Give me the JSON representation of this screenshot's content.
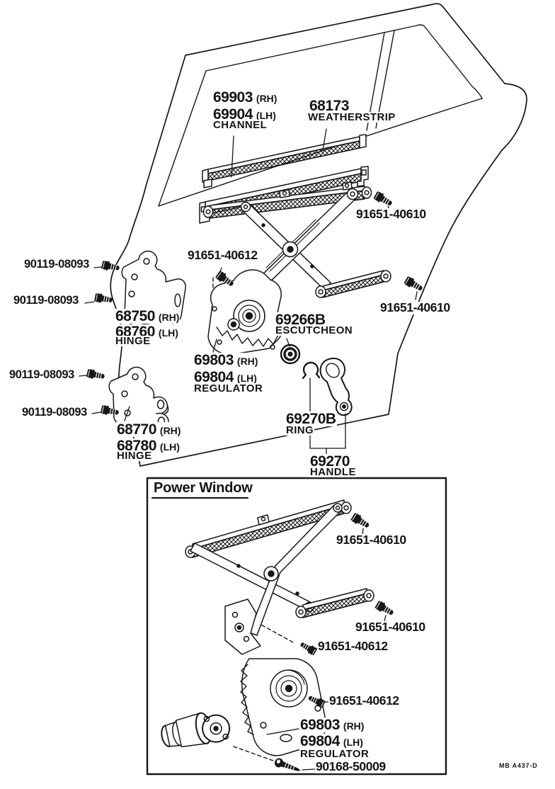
{
  "figure": {
    "background": "#ffffff",
    "ink": "#161616",
    "plate_code": "MB A437-D"
  },
  "labels": {
    "channel": {
      "rh_number": "69903",
      "rh_suffix": "(RH)",
      "lh_number": "69904",
      "lh_suffix": "(LH)",
      "name": "CHANNEL"
    },
    "weatherstrip": {
      "number": "68173",
      "name": "WEATHERSTRIP"
    },
    "bolt_40610": {
      "number": "91651-40610"
    },
    "bolt_40612": {
      "number": "91651-40612"
    },
    "hinge_pin": {
      "number": "90119-08093"
    },
    "hinge_upper": {
      "rh_number": "68750",
      "rh_suffix": "(RH)",
      "lh_number": "68760",
      "lh_suffix": "(LH)",
      "name": "HINGE"
    },
    "hinge_lower": {
      "rh_number": "68770",
      "rh_suffix": "(RH)",
      "lh_number": "68780",
      "lh_suffix": "(LH)",
      "name": "HINGE"
    },
    "escutcheon": {
      "number": "69266B",
      "name": "ESCUTCHEON"
    },
    "regulator": {
      "rh_number": "69803",
      "rh_suffix": "(RH)",
      "lh_number": "69804",
      "lh_suffix": "(LH)",
      "name": "REGULATOR"
    },
    "ring": {
      "number": "69270B",
      "name": "RING"
    },
    "handle": {
      "number": "69270",
      "name": "HANDLE"
    },
    "motor_screw": {
      "number": "90168-50009"
    }
  },
  "power_window": {
    "title": "Power Window"
  }
}
